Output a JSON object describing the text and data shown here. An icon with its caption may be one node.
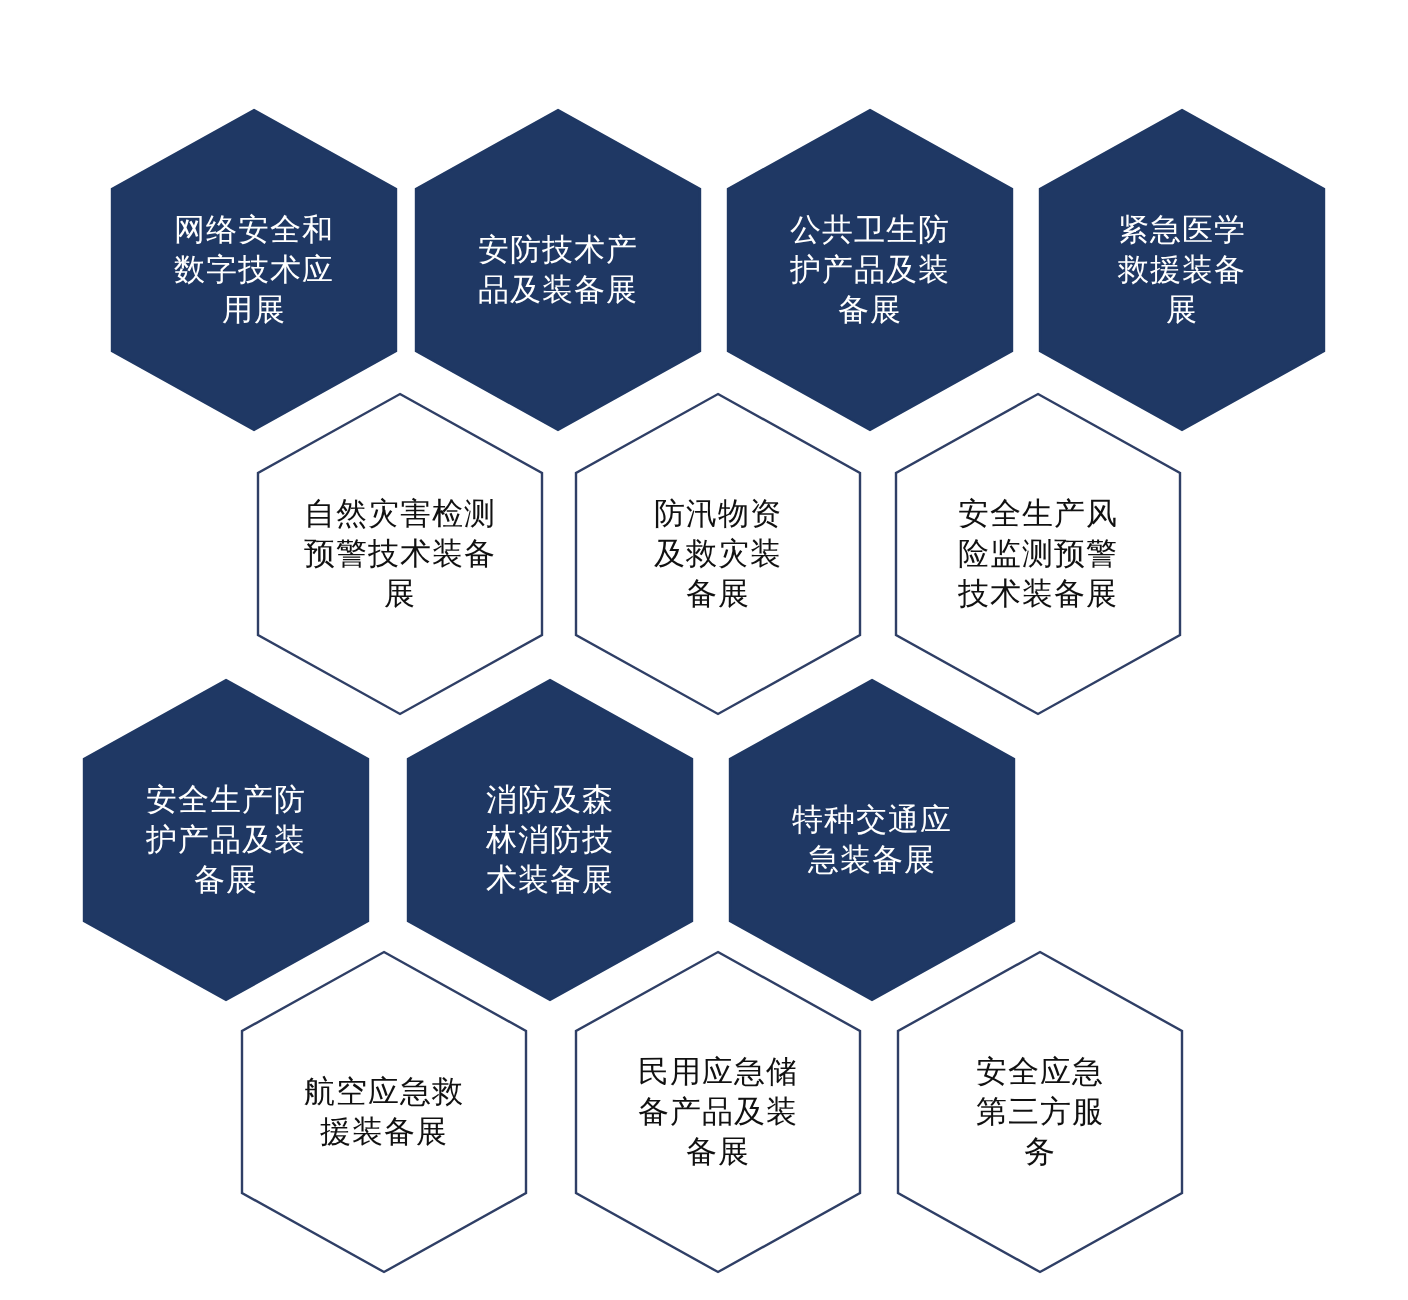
{
  "diagram": {
    "nodes": [
      {
        "text": [
          "网络安全和数字技术应用展"
        ]
      },
      {
        "text": [
          "安防技术产品及装备展"
        ]
      },
      {
        "text": [
          "公共卫生防护产品及装备展"
        ]
      },
      {
        "text": [
          "紧急医学救援装备展"
        ]
      },
      {
        "text": [
          "自然灾害检测预警技术装备展"
        ]
      },
      {
        "text": [
          "防汛物资及救灾装备展"
        ]
      },
      {
        "text": [
          "安全生产风险监测预警技术装备展"
        ]
      },
      {
        "text": [
          "安全生产防护产品及装备展"
        ]
      },
      {
        "text": [
          "消防及森林消防技术装备展"
        ]
      },
      {
        "text": [
          "特种交通应急装备展"
        ]
      },
      {
        "text": [
          "航空应急救援装备展"
        ]
      },
      {
        "text": [
          "民用应急储备产品及装备展"
        ]
      },
      {
        "text": [
          "安全应急第三方服务"
        ]
      }
    ]
  }
}
